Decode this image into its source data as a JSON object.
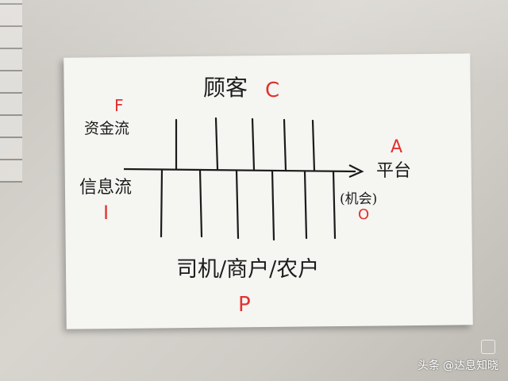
{
  "diagram": {
    "top_label": "顾客",
    "top_tag": "C",
    "money_tag": "F",
    "money_label": "资金流",
    "info_label": "信息流",
    "info_tag": "I",
    "platform_tag": "A",
    "platform_label": "平台",
    "platform_note": "(机会)",
    "platform_note_tag": "O",
    "bottom_label": "司机/商户/农户",
    "bottom_tag": "P"
  },
  "watermark": {
    "prefix": "头条",
    "handle": "@达息知晓"
  },
  "colors": {
    "ink": "#1b1b1b",
    "accent": "#e0322e",
    "paper": "#f5f5f2"
  }
}
